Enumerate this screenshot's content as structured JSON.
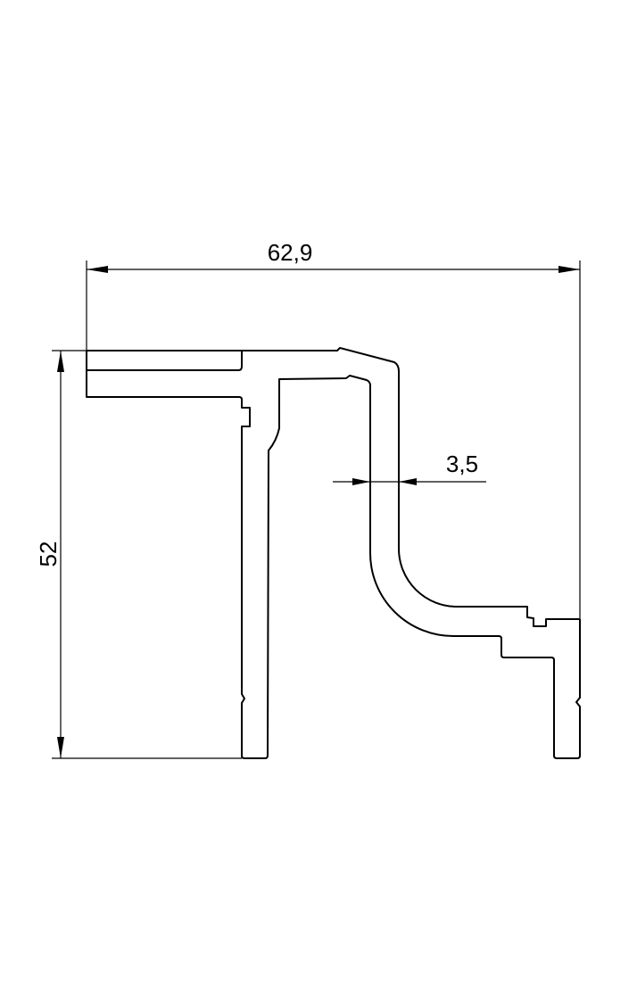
{
  "dimensions": {
    "width": "62,9",
    "height": "52",
    "wall_thickness": "3,5"
  },
  "colors": {
    "line": "#000000",
    "background": "#ffffff"
  }
}
